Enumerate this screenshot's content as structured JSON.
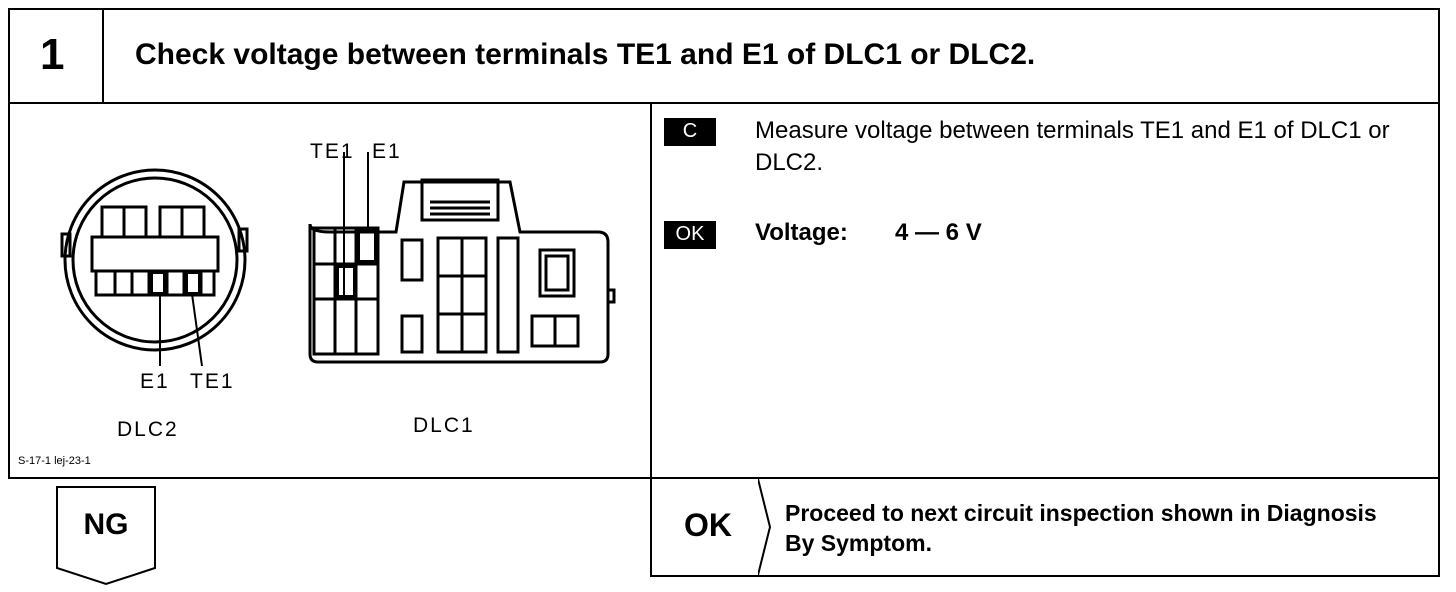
{
  "step": {
    "number": "1",
    "title": "Check voltage between terminals TE1 and E1 of DLC1 or DLC2."
  },
  "instruction": {
    "badge_c": "C",
    "text": "Measure voltage between terminals TE1 and E1 of DLC1 or DLC2."
  },
  "spec": {
    "badge_ok": "OK",
    "label": "Voltage:",
    "value": "4 — 6 V"
  },
  "diagram": {
    "dlc2": {
      "name": "DLC2",
      "pin_e1": "E1",
      "pin_te1": "TE1"
    },
    "dlc1": {
      "name": "DLC1",
      "pin_te1": "TE1",
      "pin_e1": "E1"
    },
    "figure_code": "S-17-1  lej-23-1"
  },
  "result_ng": {
    "label": "NG"
  },
  "result_ok": {
    "label": "OK",
    "text": "Proceed to next circuit inspection shown in Diagnosis By Symptom."
  }
}
